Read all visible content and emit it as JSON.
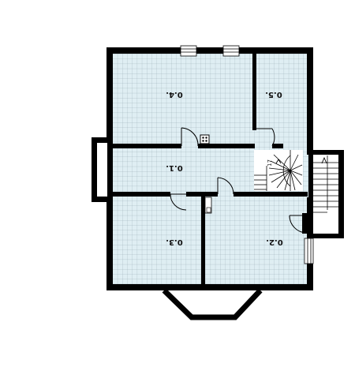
{
  "floor_plan": {
    "rooms": [
      {
        "id": "room-0-4",
        "label": "0.4."
      },
      {
        "id": "room-0-5",
        "label": "0.5."
      },
      {
        "id": "room-0-1",
        "label": "0.1."
      },
      {
        "id": "room-0-3",
        "label": "0.3."
      },
      {
        "id": "room-0-2",
        "label": "0.2."
      }
    ],
    "stair_step_count": "17",
    "colors": {
      "wall": "#000000",
      "floor_fill": "#dfeef3",
      "grid_line": "#8fa3ac",
      "background": "#ffffff"
    }
  }
}
